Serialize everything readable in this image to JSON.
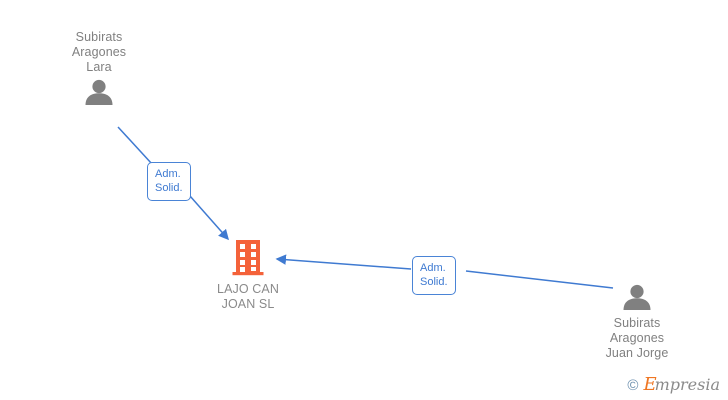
{
  "diagram": {
    "background_color": "#ffffff",
    "edge_color": "#3f7ad1",
    "person_color": "#808080",
    "company_color": "#f4623a",
    "label_text_color": "#808080"
  },
  "nodes": {
    "person_left": {
      "name": "Subirats\nAragones\nLara",
      "icon": "person-icon"
    },
    "company_center": {
      "name": "LAJO CAN\nJOAN  SL",
      "icon": "building-icon"
    },
    "person_right": {
      "name": "Subirats\nAragones\nJuan Jorge",
      "icon": "person-icon"
    }
  },
  "edges": [
    {
      "id": "edge-left",
      "from": "person_left",
      "to": "company_center",
      "label": "Adm.\nSolid."
    },
    {
      "id": "edge-right",
      "from": "person_right",
      "to": "company_center",
      "label": "Adm.\nSolid."
    }
  ],
  "watermark": {
    "copyright": "©",
    "brand_initial": "E",
    "brand_rest": "mpresia"
  }
}
